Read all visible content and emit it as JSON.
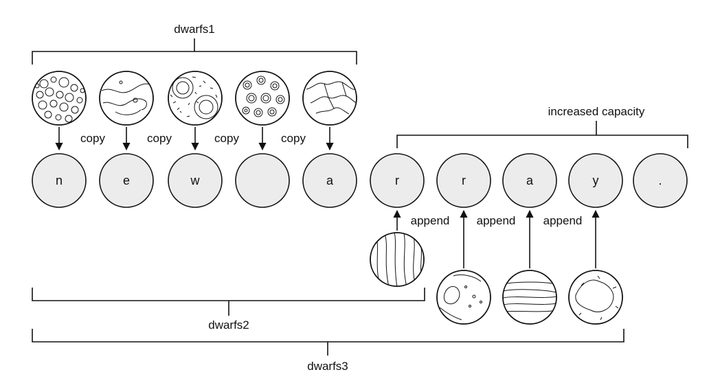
{
  "labels": {
    "dwarfs1": "dwarfs1",
    "dwarfs2": "dwarfs2",
    "dwarfs3": "dwarfs3",
    "increased_capacity": "increased capacity"
  },
  "cells": [
    "n",
    "e",
    "w",
    "",
    "a",
    "r",
    "r",
    "a",
    "y",
    "."
  ],
  "copy_labels": [
    "copy",
    "copy",
    "copy",
    "copy"
  ],
  "append_labels": [
    "append",
    "append",
    "append"
  ],
  "planet_icons": [
    "bubbly-planet-icon",
    "swirl-planet-icon",
    "crater-planet-icon",
    "ringed-cells-planet-icon",
    "network-planet-icon",
    "streaked-planet-icon",
    "cratered-planet-icon",
    "banded-planet-icon",
    "spotted-planet-icon"
  ]
}
